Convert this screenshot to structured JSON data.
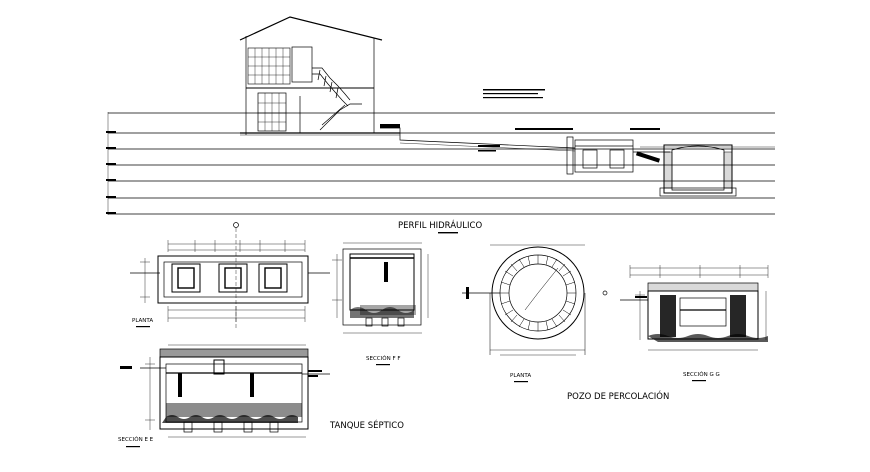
{
  "drawing": {
    "titles": {
      "perfil": "PERFIL HIDRÁULICO",
      "tanque": "TANQUE SÉPTICO",
      "pozo": "POZO DE PERCOLACIÓN"
    },
    "subtitles": {
      "planta_tanque": "PLANTA",
      "seccion_ff": "SECCIÓN F F",
      "seccion_ee": "SECCIÓN E E",
      "planta_pozo": "PLANTA",
      "seccion_gg": "SECCIÓN G G"
    },
    "colors": {
      "line": "#000000",
      "background": "#ffffff"
    }
  }
}
